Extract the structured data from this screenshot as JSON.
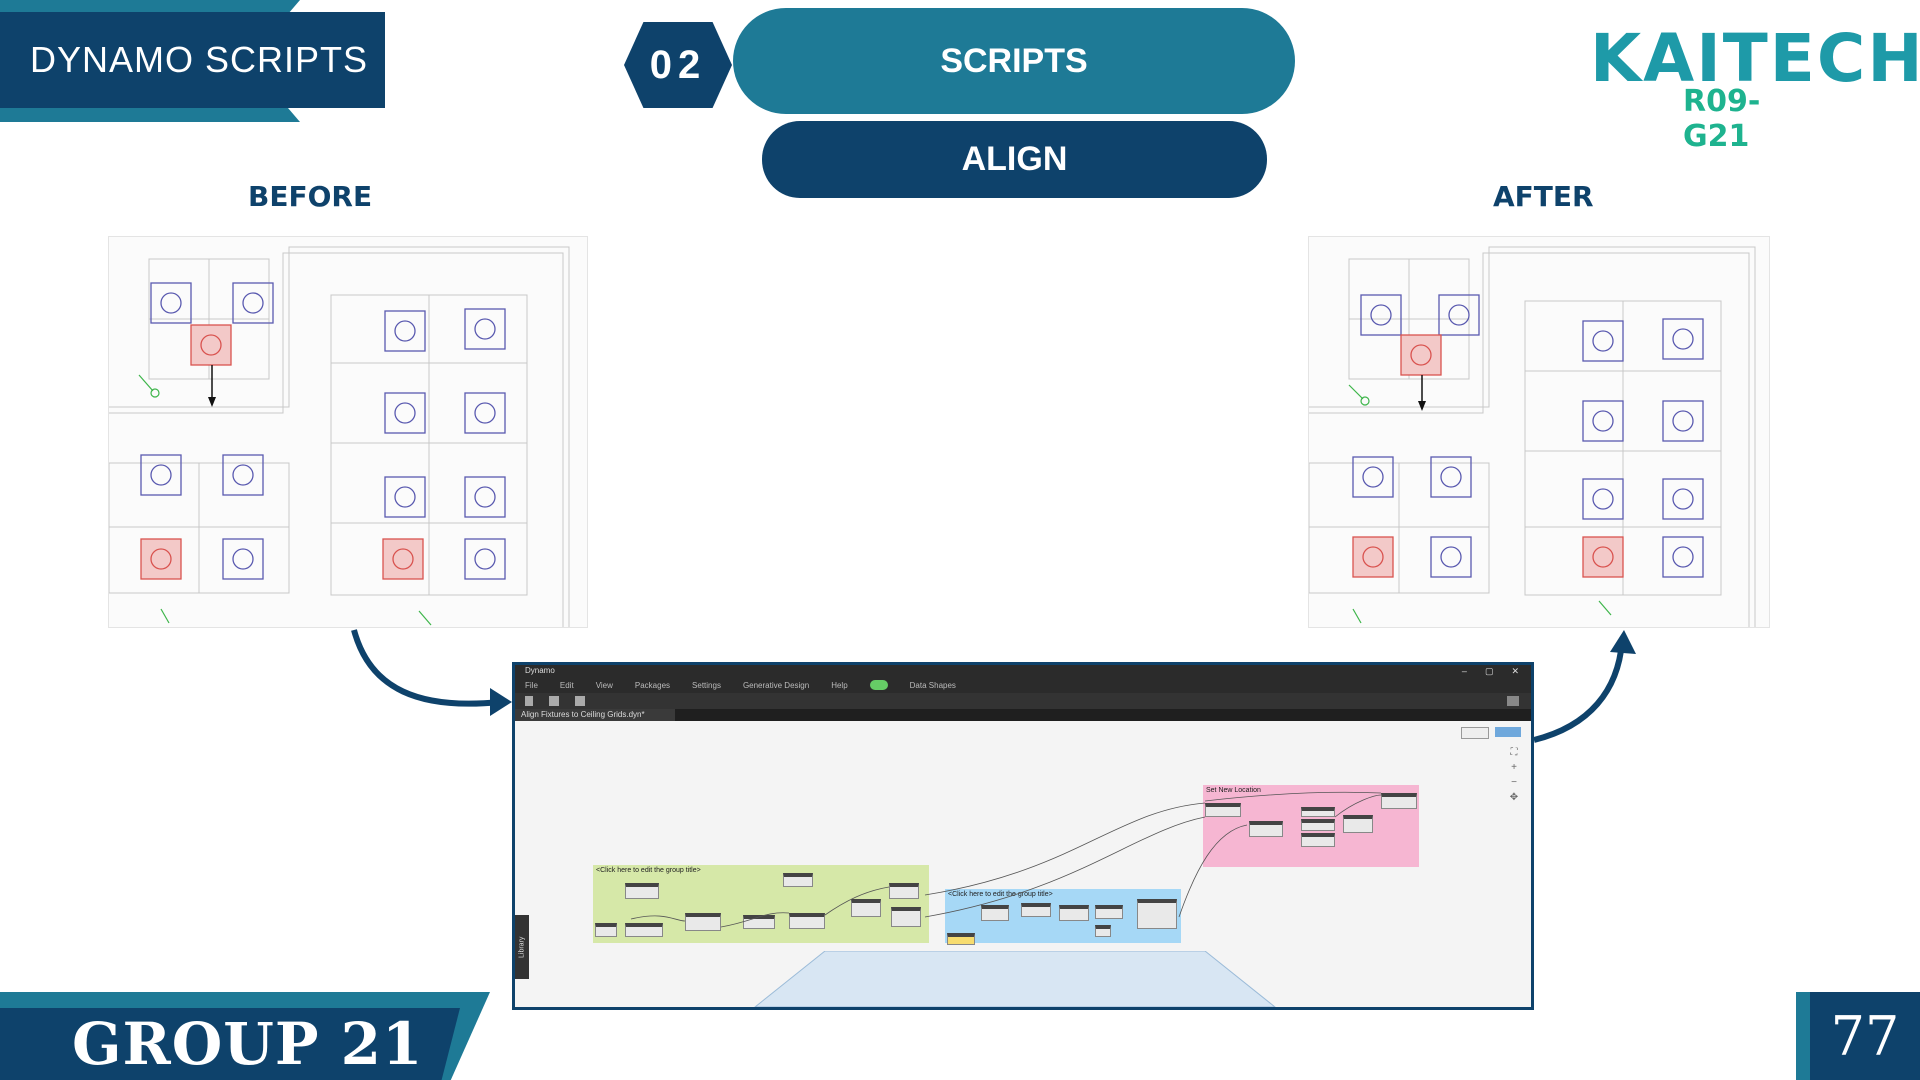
{
  "header": {
    "section_title": "DYNAMO SCRIPTS",
    "step_number": "02",
    "category": "SCRIPTS",
    "subtitle": "ALIGN"
  },
  "logo": {
    "name": "KAITECH",
    "code": "R09-G21"
  },
  "labels": {
    "before": "BEFORE",
    "after": "AFTER"
  },
  "dynamo": {
    "window_title": "Dynamo",
    "menu": [
      "File",
      "Edit",
      "View",
      "Packages",
      "Settings",
      "Generative Design",
      "Help",
      "Data Shapes"
    ],
    "tab": "Align Fixtures to Ceiling Grids.dyn*",
    "library_tab": "Library",
    "groups": [
      {
        "title": "<Click here to edit the group title>",
        "color": "#d6e8a8"
      },
      {
        "title": "<Click here to edit the group title>",
        "color": "#a6d8f6"
      },
      {
        "title": "Set New Location",
        "color": "#f6b6d2"
      }
    ]
  },
  "footer": {
    "group": "GROUP 21",
    "page": "77"
  },
  "colors": {
    "navy": "#0e426b",
    "teal": "#1e7a96",
    "fixture_blue": "#5a5ab0",
    "fixture_red": "#d9534f"
  }
}
